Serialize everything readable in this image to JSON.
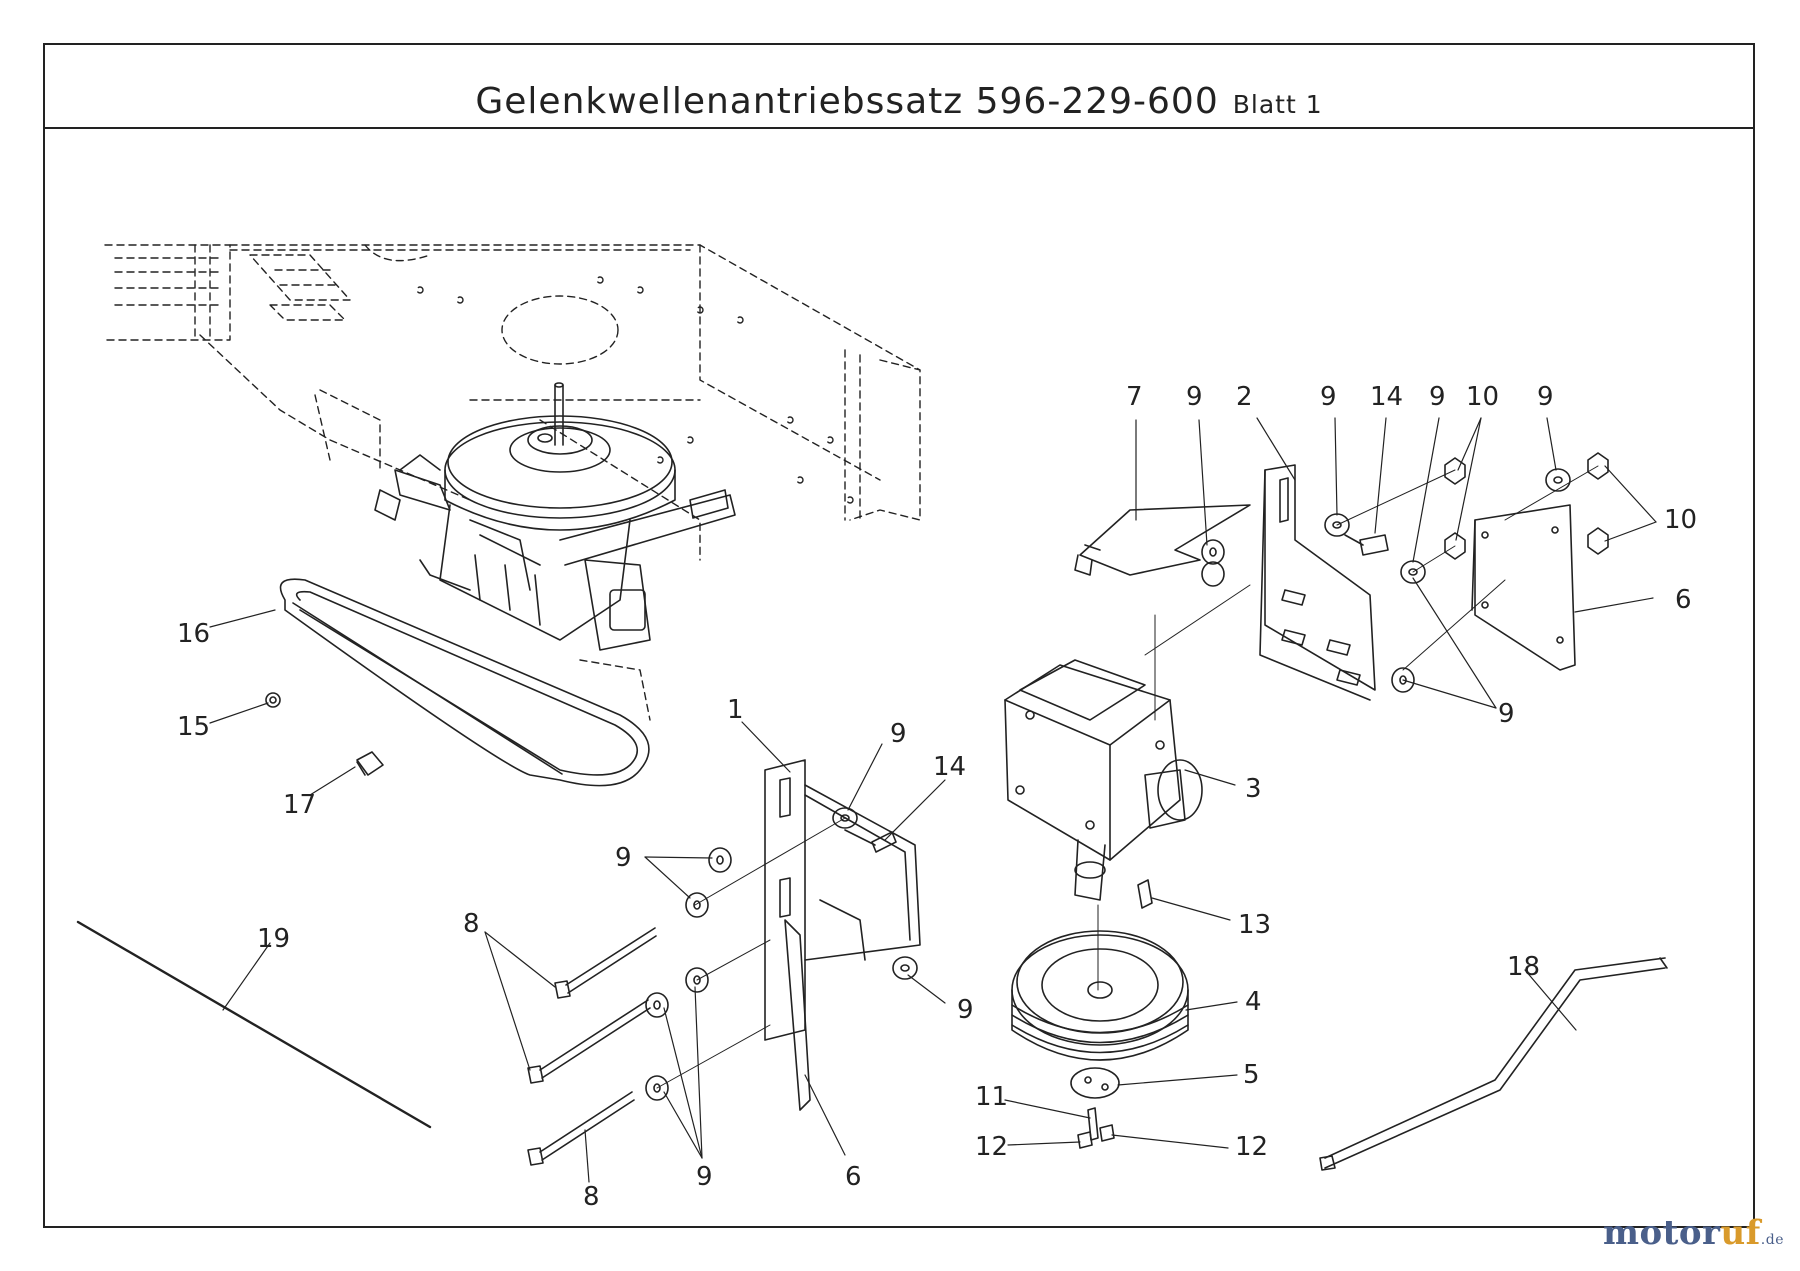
{
  "title": {
    "main": "Gelenkwellenantriebssatz 596-229-600",
    "sheet": "Blatt 1"
  },
  "labels": {
    "l7": "7",
    "l9a": "9",
    "l2": "2",
    "l9b": "9",
    "l14a": "14",
    "l9c": "9",
    "l10a": "10",
    "l9d": "9",
    "l10b": "10",
    "l6a": "6",
    "l9e": "9",
    "l3": "3",
    "l13": "13",
    "l4": "4",
    "l5": "5",
    "l11": "11",
    "l12a": "12",
    "l12b": "12",
    "l18": "18",
    "l16": "16",
    "l15": "15",
    "l17": "17",
    "l19": "19",
    "l1": "1",
    "l9f": "9",
    "l14b": "14",
    "l9g": "9",
    "l8a": "8",
    "l9h": "9",
    "l9i": "9",
    "l6b": "6",
    "l8b": "8"
  },
  "logo": {
    "motor": "motor",
    "uf": "uf",
    "suffix": ".de"
  },
  "colors": {
    "line": "#222222",
    "logo_primary": "#4a5f8a",
    "logo_accent": "#d99a2b"
  }
}
